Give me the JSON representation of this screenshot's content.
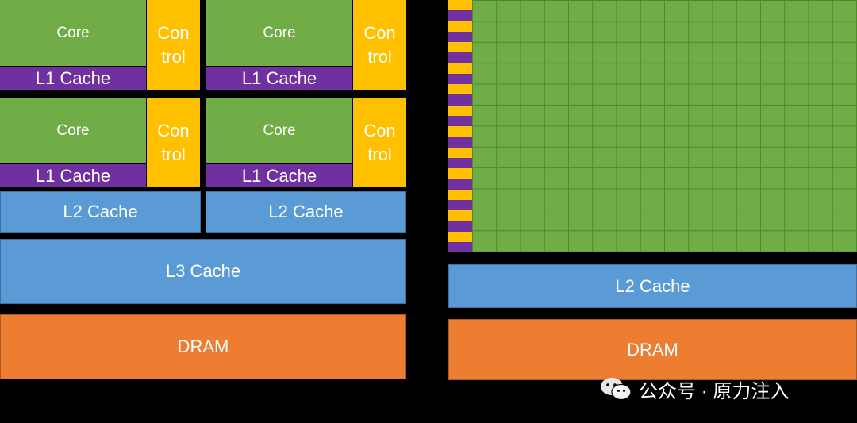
{
  "cpu": {
    "cores": [
      {
        "core": "Core",
        "control_line1": "Con",
        "control_line2": "trol",
        "l1": "L1 Cache"
      },
      {
        "core": "Core",
        "control_line1": "Con",
        "control_line2": "trol",
        "l1": "L1 Cache"
      },
      {
        "core": "Core",
        "control_line1": "Con",
        "control_line2": "trol",
        "l1": "L1 Cache"
      },
      {
        "core": "Core",
        "control_line1": "Con",
        "control_line2": "trol",
        "l1": "L1 Cache"
      }
    ],
    "l2": [
      "L2 Cache",
      "L2 Cache"
    ],
    "l3": "L3 Cache",
    "dram": "DRAM"
  },
  "gpu": {
    "l2": "L2 Cache",
    "dram": "DRAM",
    "colors": {
      "alu": "#70ad47",
      "control": "#ffc000",
      "l1": "#7030a0"
    }
  },
  "watermark": {
    "text": "公众号 · 原力注入",
    "icon": "wechat-icon"
  },
  "colors": {
    "core": "#70ad47",
    "control": "#ffc000",
    "l1": "#7030a0",
    "cache": "#5b9bd5",
    "dram": "#ed7d31",
    "background": "#000000"
  }
}
